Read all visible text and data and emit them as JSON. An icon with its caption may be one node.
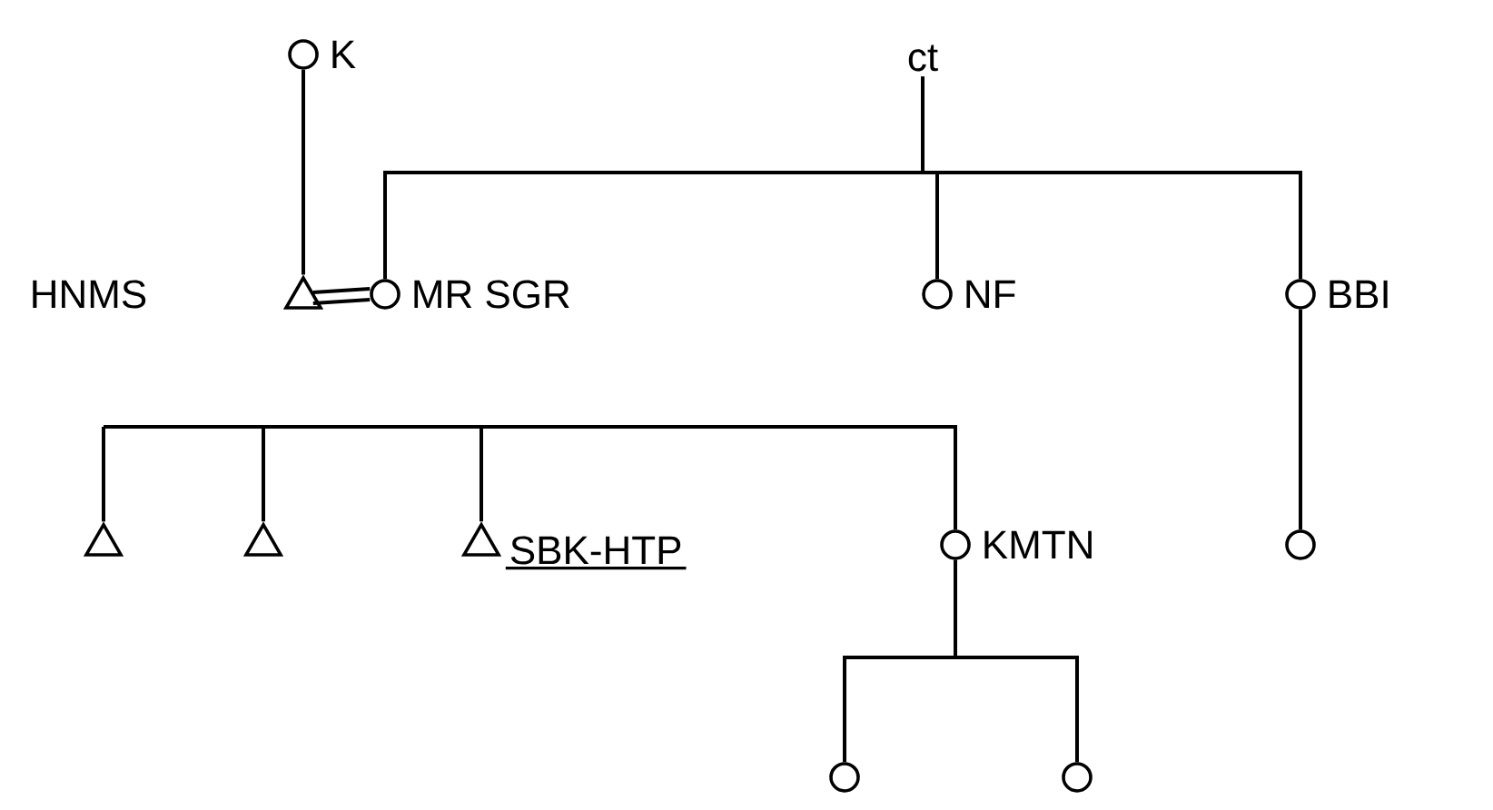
{
  "diagram": {
    "nodes": [
      {
        "text": [],
        "shape": "circle",
        "beside": [
          "K"
        ]
      },
      {
        "text": [
          "ct"
        ]
      },
      {
        "text": [],
        "shape": "triangle"
      },
      {
        "text": [],
        "shape": "circle",
        "beside": [
          "MR SGR"
        ]
      },
      {
        "text": [],
        "shape": "circle",
        "beside": [
          "NF"
        ]
      },
      {
        "text": [],
        "shape": "circle",
        "beside": [
          "BBI"
        ]
      },
      {
        "text": [],
        "shape": "triangle"
      },
      {
        "text": [],
        "shape": "triangle"
      },
      {
        "text": [],
        "shape": "triangle",
        "beside": [
          "SBK-HTP"
        ]
      },
      {
        "text": [],
        "shape": "circle",
        "beside": [
          "KMTN"
        ]
      },
      {
        "text": [],
        "shape": "circle"
      },
      {
        "text": [],
        "shape": "circle"
      },
      {
        "text": [],
        "shape": "circle"
      }
    ],
    "edges": [
      {
        "from": 0,
        "to": 2,
        "arrow": "none"
      },
      {
        "from": 2,
        "to": 3,
        "arrow": "none"
      },
      {
        "from": 1,
        "to": 3,
        "arrow": "none"
      },
      {
        "from": 1,
        "to": 4,
        "arrow": "none"
      },
      {
        "from": 1,
        "to": 5,
        "arrow": "none"
      },
      {
        "from": null,
        "to": 6,
        "arrow": "none"
      },
      {
        "from": null,
        "to": 7,
        "arrow": "none"
      },
      {
        "from": null,
        "to": 8,
        "arrow": "none"
      },
      {
        "from": null,
        "to": 9,
        "arrow": "none"
      },
      {
        "from": 5,
        "to": 10,
        "arrow": "none"
      },
      {
        "from": 9,
        "to": 11,
        "arrow": "none"
      },
      {
        "from": 9,
        "to": 12,
        "arrow": "none"
      }
    ],
    "labels": [
      "HNMS"
    ]
  }
}
